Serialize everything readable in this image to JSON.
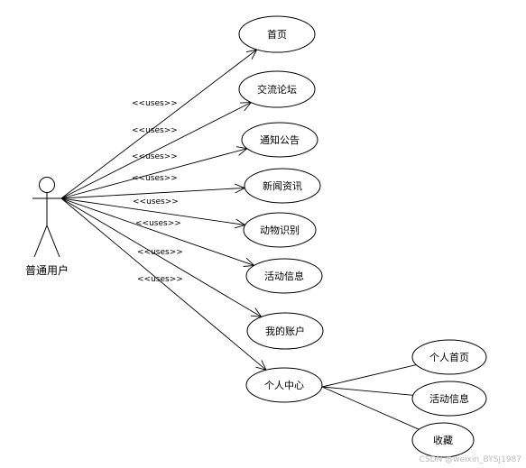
{
  "actor": {
    "label": "普通用户"
  },
  "use_cases": [
    {
      "id": "home",
      "label": "首页"
    },
    {
      "id": "forum",
      "label": "交流论坛"
    },
    {
      "id": "notice",
      "label": "通知公告"
    },
    {
      "id": "news",
      "label": "新闻资讯"
    },
    {
      "id": "animal",
      "label": "动物识别"
    },
    {
      "id": "activity",
      "label": "活动信息"
    },
    {
      "id": "account",
      "label": "我的账户"
    },
    {
      "id": "center",
      "label": "个人中心"
    }
  ],
  "sub_use_cases": [
    {
      "id": "personal-home",
      "label": "个人首页"
    },
    {
      "id": "personal-activity",
      "label": "活动信息"
    },
    {
      "id": "favorites",
      "label": "收藏"
    }
  ],
  "relation_label": "<<uses>>",
  "watermark": "CSDN @weixin_BYSJ1987"
}
